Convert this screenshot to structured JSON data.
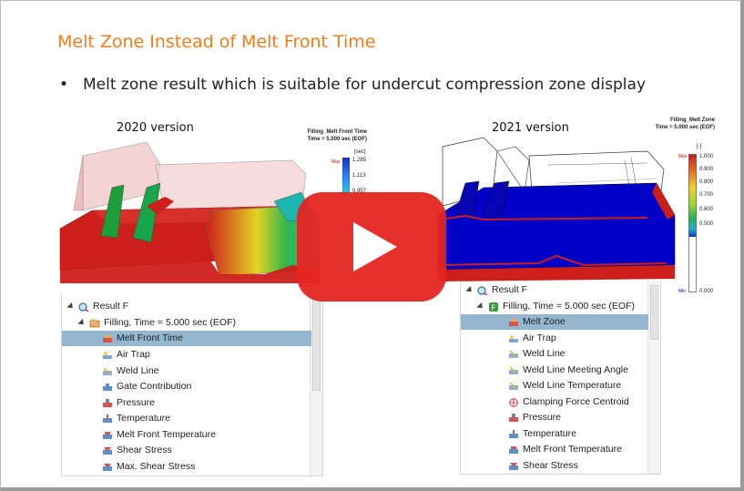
{
  "slide": {
    "title": "Melt Zone Instead of Melt Front Time",
    "bullet_dot": "•",
    "bullet_text": "Melt zone result which is suitable for undercut compression zone display"
  },
  "left": {
    "version_label": "2020 version",
    "legend_title_1": "Filling_Melt Front Time",
    "legend_title_2": "Time = 5.000 sec (EOF)",
    "legend_unit": "[sec]",
    "legend_max_label": "Max",
    "legend_ticks": [
      "1.285",
      "1.113",
      "0.957"
    ],
    "tree": {
      "result_label": "Result  F",
      "filling_label": "Filling, Time = 5.000 sec (EOF)",
      "items": [
        {
          "label": "Melt Front Time",
          "icon": "melt-front-time-icon",
          "selected": true
        },
        {
          "label": "Air Trap",
          "icon": "air-trap-icon"
        },
        {
          "label": "Weld Line",
          "icon": "weld-line-icon"
        },
        {
          "label": "Gate Contribution",
          "icon": "gate-contribution-icon"
        },
        {
          "label": "Pressure",
          "icon": "pressure-icon"
        },
        {
          "label": "Temperature",
          "icon": "temperature-icon"
        },
        {
          "label": "Melt Front Temperature",
          "icon": "melt-front-temperature-icon"
        },
        {
          "label": "Shear Stress",
          "icon": "shear-stress-icon"
        },
        {
          "label": "Max. Shear Stress",
          "icon": "max-shear-stress-icon"
        }
      ]
    }
  },
  "right": {
    "version_label": "2021 version",
    "legend_title_1": "Filling_Melt Zone",
    "legend_title_2": "Time = 5.000 sec (EOF)",
    "legend_unit": "[-]",
    "legend_max_label": "Max",
    "legend_min_label": "Min",
    "legend_ticks": [
      "1.000",
      "0.900",
      "0.800",
      "0.700",
      "0.600",
      "0.500",
      "0.000"
    ],
    "tree": {
      "result_label": "Result  F",
      "filling_label": "Filling, Time = 5.000 sec (EOF)",
      "items": [
        {
          "label": "Melt Zone",
          "icon": "melt-zone-icon",
          "selected": true
        },
        {
          "label": "Air Trap",
          "icon": "air-trap-icon"
        },
        {
          "label": "Weld Line",
          "icon": "weld-line-icon"
        },
        {
          "label": "Weld Line Meeting Angle",
          "icon": "weld-line-meeting-angle-icon"
        },
        {
          "label": "Weld Line Temperature",
          "icon": "weld-line-temperature-icon"
        },
        {
          "label": "Clamping Force Centroid",
          "icon": "clamping-force-centroid-icon"
        },
        {
          "label": "Pressure",
          "icon": "pressure-icon"
        },
        {
          "label": "Temperature",
          "icon": "temperature-icon"
        },
        {
          "label": "Melt Front Temperature",
          "icon": "melt-front-temperature-icon"
        },
        {
          "label": "Shear Stress",
          "icon": "shear-stress-icon"
        }
      ]
    }
  },
  "colors": {
    "title": "#ef7d1a",
    "play_button": "#e52521",
    "selected_row": "#94b7cf",
    "melt_zone_blue": "#0000c8",
    "melt_front_red": "#cc1f1a"
  }
}
